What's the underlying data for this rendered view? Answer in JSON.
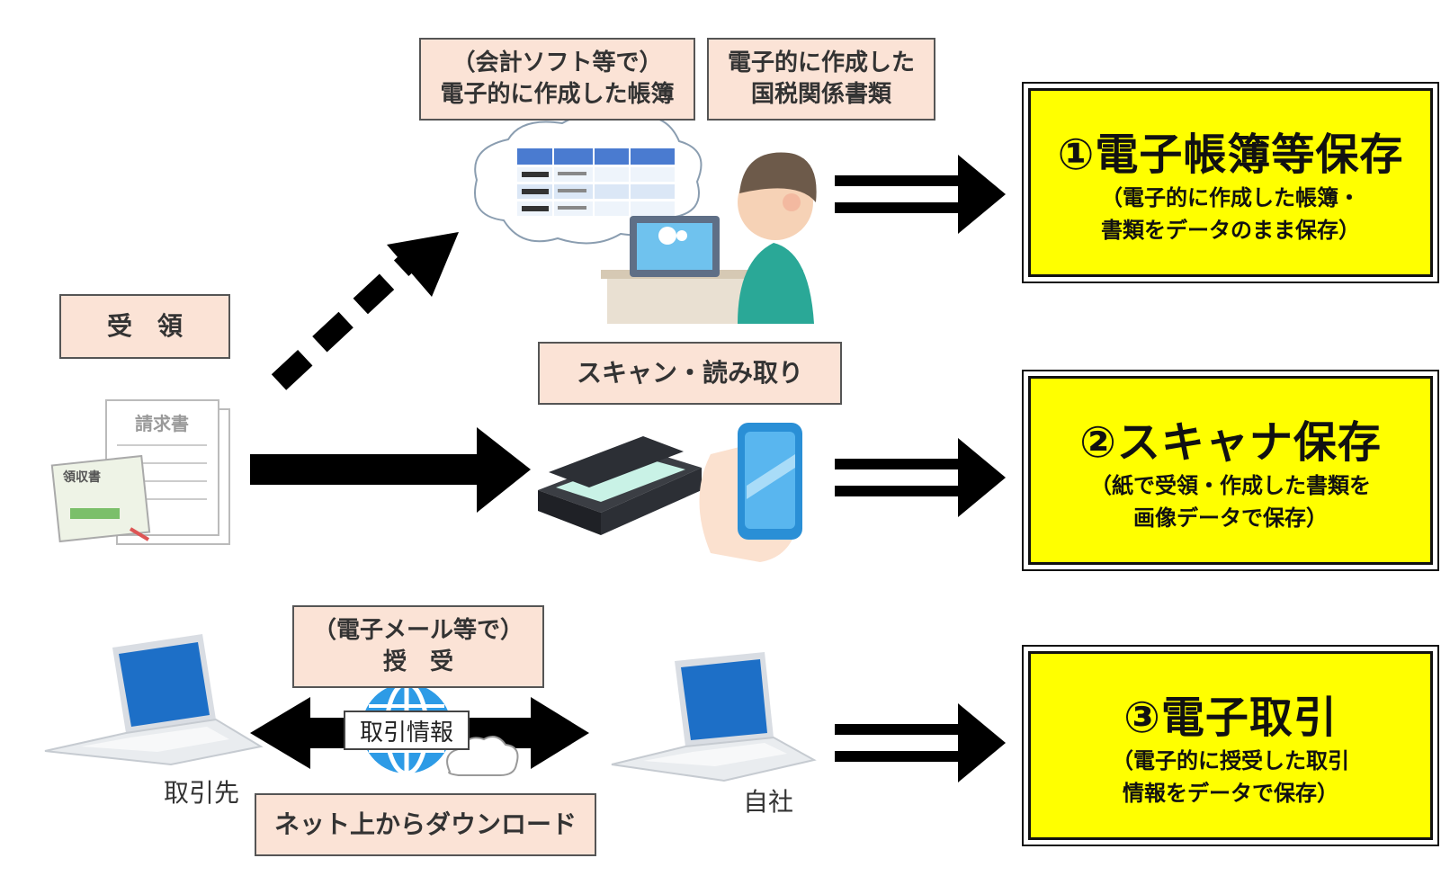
{
  "boxes": {
    "kaikei": [
      "（会計ソフト等で）",
      "電子的に作成した帳簿"
    ],
    "kokuzei": [
      "電子的に作成した",
      "国税関係書類"
    ],
    "juryo": "受　領",
    "scan": "スキャン・読み取り",
    "email": [
      "（電子メール等で）",
      "授　受"
    ],
    "download": "ネット上からダウンロード"
  },
  "results": [
    {
      "title": "①電子帳簿等保存",
      "sub": [
        "（電子的に作成した帳簿・",
        "書類をデータのまま保存）"
      ]
    },
    {
      "title": "②スキャナ保存",
      "sub": [
        "（紙で受領・作成した書類を",
        "画像データで保存）"
      ]
    },
    {
      "title": "③電子取引",
      "sub": [
        "（電子的に授受した取引",
        "情報をデータで保存）"
      ]
    }
  ],
  "labels": {
    "torihikisaki": "取引先",
    "jisha": "自社",
    "torihiki_joho": "取引情報"
  },
  "document_labels": {
    "seikyusho": "請求書",
    "ryoshusho": "領収書"
  },
  "colors": {
    "pink_box": "#fbe3d6",
    "result_box": "#ffff00",
    "arrow": "#000000",
    "globe": "#2d9be6"
  }
}
